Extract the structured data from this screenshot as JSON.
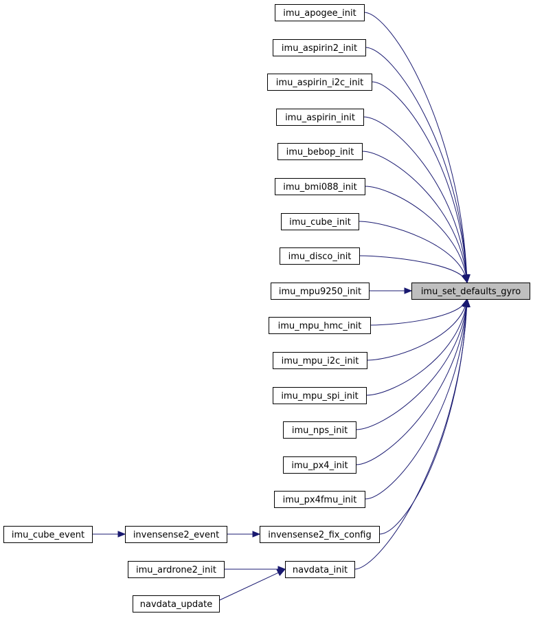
{
  "graph": {
    "target": "imu_set_defaults_gyro",
    "nodes": [
      {
        "id": "imu_apogee_init",
        "label": "imu_apogee_init"
      },
      {
        "id": "imu_aspirin2_init",
        "label": "imu_aspirin2_init"
      },
      {
        "id": "imu_aspirin_i2c_init",
        "label": "imu_aspirin_i2c_init"
      },
      {
        "id": "imu_aspirin_init",
        "label": "imu_aspirin_init"
      },
      {
        "id": "imu_bebop_init",
        "label": "imu_bebop_init"
      },
      {
        "id": "imu_bmi088_init",
        "label": "imu_bmi088_init"
      },
      {
        "id": "imu_cube_init",
        "label": "imu_cube_init"
      },
      {
        "id": "imu_disco_init",
        "label": "imu_disco_init"
      },
      {
        "id": "imu_mpu9250_init",
        "label": "imu_mpu9250_init"
      },
      {
        "id": "imu_mpu_hmc_init",
        "label": "imu_mpu_hmc_init"
      },
      {
        "id": "imu_mpu_i2c_init",
        "label": "imu_mpu_i2c_init"
      },
      {
        "id": "imu_mpu_spi_init",
        "label": "imu_mpu_spi_init"
      },
      {
        "id": "imu_nps_init",
        "label": "imu_nps_init"
      },
      {
        "id": "imu_px4_init",
        "label": "imu_px4_init"
      },
      {
        "id": "imu_px4fmu_init",
        "label": "imu_px4fmu_init"
      },
      {
        "id": "invensense2_fix_config",
        "label": "invensense2_fix_config"
      },
      {
        "id": "navdata_init",
        "label": "navdata_init"
      },
      {
        "id": "invensense2_event",
        "label": "invensense2_event"
      },
      {
        "id": "imu_cube_event",
        "label": "imu_cube_event"
      },
      {
        "id": "imu_ardrone2_init",
        "label": "imu_ardrone2_init"
      },
      {
        "id": "navdata_update",
        "label": "navdata_update"
      },
      {
        "id": "imu_set_defaults_gyro",
        "label": "imu_set_defaults_gyro",
        "highlighted": true
      }
    ],
    "edges": [
      {
        "from": "imu_apogee_init",
        "to": "imu_set_defaults_gyro"
      },
      {
        "from": "imu_aspirin2_init",
        "to": "imu_set_defaults_gyro"
      },
      {
        "from": "imu_aspirin_i2c_init",
        "to": "imu_set_defaults_gyro"
      },
      {
        "from": "imu_aspirin_init",
        "to": "imu_set_defaults_gyro"
      },
      {
        "from": "imu_bebop_init",
        "to": "imu_set_defaults_gyro"
      },
      {
        "from": "imu_bmi088_init",
        "to": "imu_set_defaults_gyro"
      },
      {
        "from": "imu_cube_init",
        "to": "imu_set_defaults_gyro"
      },
      {
        "from": "imu_disco_init",
        "to": "imu_set_defaults_gyro"
      },
      {
        "from": "imu_mpu9250_init",
        "to": "imu_set_defaults_gyro"
      },
      {
        "from": "imu_mpu_hmc_init",
        "to": "imu_set_defaults_gyro"
      },
      {
        "from": "imu_mpu_i2c_init",
        "to": "imu_set_defaults_gyro"
      },
      {
        "from": "imu_mpu_spi_init",
        "to": "imu_set_defaults_gyro"
      },
      {
        "from": "imu_nps_init",
        "to": "imu_set_defaults_gyro"
      },
      {
        "from": "imu_px4_init",
        "to": "imu_set_defaults_gyro"
      },
      {
        "from": "imu_px4fmu_init",
        "to": "imu_set_defaults_gyro"
      },
      {
        "from": "invensense2_fix_config",
        "to": "imu_set_defaults_gyro"
      },
      {
        "from": "navdata_init",
        "to": "imu_set_defaults_gyro"
      },
      {
        "from": "invensense2_event",
        "to": "invensense2_fix_config"
      },
      {
        "from": "imu_cube_event",
        "to": "invensense2_event"
      },
      {
        "from": "imu_ardrone2_init",
        "to": "navdata_init"
      },
      {
        "from": "navdata_update",
        "to": "navdata_init"
      }
    ],
    "colors": {
      "edge": "#191970",
      "node_border": "#000000",
      "node_fill": "#ffffff",
      "target_fill": "#bfbfbf"
    }
  }
}
